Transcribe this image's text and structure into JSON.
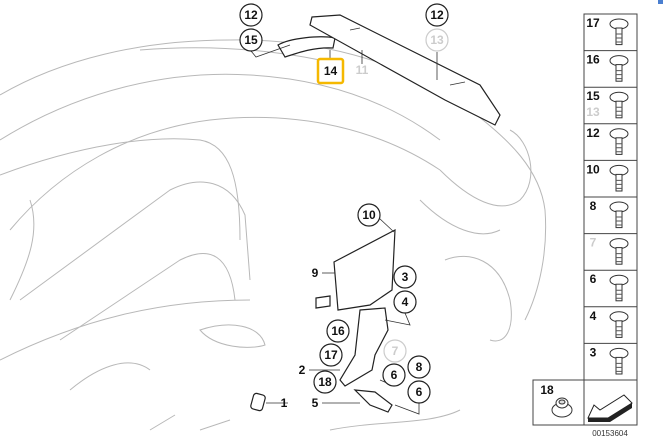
{
  "diagram": {
    "callouts_top": {
      "c12a": "12",
      "c15": "15",
      "c14": "14",
      "c11": "11",
      "c12b": "12",
      "c13": "13"
    },
    "callouts_lower": {
      "c10": "10",
      "c9": "9",
      "c3": "3",
      "c4": "4",
      "c16": "16",
      "c17": "17",
      "c7": "7",
      "c8": "8",
      "c2": "2",
      "c6a": "6",
      "c18": "18",
      "c6b": "6",
      "c5": "5",
      "c1": "1"
    },
    "highlighted_part": "14",
    "highlight_color": "#f5b800",
    "legend": {
      "rows": [
        {
          "num": "17",
          "icon": "expanding-nut-icon"
        },
        {
          "num": "16",
          "icon": "washer-screw-icon"
        },
        {
          "num": "15",
          "sub": "13",
          "icon": "push-clip-icon"
        },
        {
          "num": "12",
          "icon": "expanding-rivet-icon"
        },
        {
          "num": "10",
          "icon": "phillips-screw-icon"
        },
        {
          "num": "8",
          "icon": "hex-screw-icon"
        },
        {
          "num": "7",
          "icon": "hex-washer-screw-icon"
        },
        {
          "num": "6",
          "icon": "spring-nut-icon"
        },
        {
          "num": "4",
          "icon": "clip-nut-icon"
        },
        {
          "num": "3",
          "icon": "hex-bolt-icon"
        }
      ],
      "bottom": {
        "num": "18",
        "icon": "hex-nut-icon",
        "arrow": "direction-arrow-icon"
      }
    },
    "diagram_code": "00153604"
  }
}
